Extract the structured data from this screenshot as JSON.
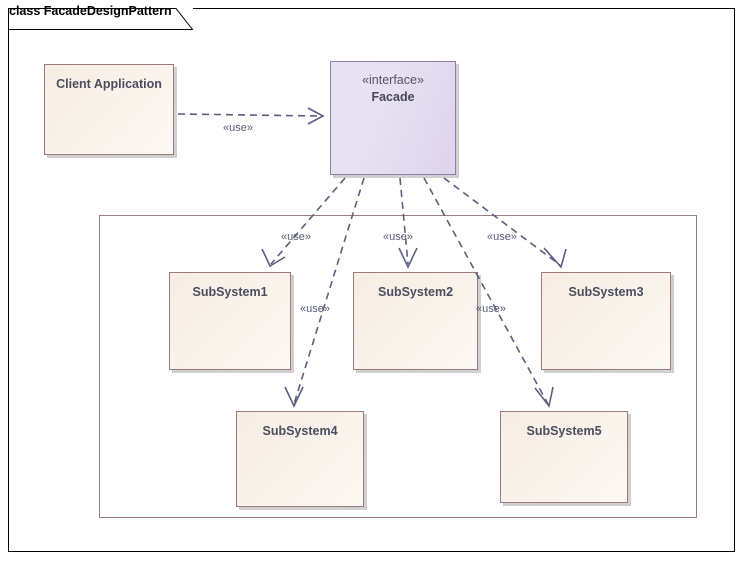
{
  "diagram": {
    "kind": "uml-class-diagram",
    "title_prefix": "class",
    "title": "class FacadeDesignPattern",
    "frame_border_color": "#000000",
    "container_border_color": "#9c7a7e",
    "connector_color": "#5a6080",
    "node_cream_fill": "#f9f2ea",
    "node_lavender_fill": "#e3dcef",
    "node_text_color": "#4c4d5e"
  },
  "nodes": {
    "client": {
      "name": "Client Application",
      "stereotype": "",
      "fill": "cream"
    },
    "facade": {
      "name": "Facade",
      "stereotype": "«interface»",
      "fill": "lavender"
    },
    "subsystem1": {
      "name": "SubSystem1",
      "stereotype": "",
      "fill": "cream"
    },
    "subsystem2": {
      "name": "SubSystem2",
      "stereotype": "",
      "fill": "cream"
    },
    "subsystem3": {
      "name": "SubSystem3",
      "stereotype": "",
      "fill": "cream"
    },
    "subsystem4": {
      "name": "SubSystem4",
      "stereotype": "",
      "fill": "cream"
    },
    "subsystem5": {
      "name": "SubSystem5",
      "stereotype": "",
      "fill": "cream"
    }
  },
  "connectors": [
    {
      "id": "client-facade",
      "from": "client",
      "to": "facade",
      "label": "«use»",
      "style": "dashed-dependency"
    },
    {
      "id": "facade-sub1",
      "from": "facade",
      "to": "subsystem1",
      "label": "«use»",
      "style": "dashed-dependency"
    },
    {
      "id": "facade-sub2",
      "from": "facade",
      "to": "subsystem2",
      "label": "«use»",
      "style": "dashed-dependency"
    },
    {
      "id": "facade-sub3",
      "from": "facade",
      "to": "subsystem3",
      "label": "«use»",
      "style": "dashed-dependency"
    },
    {
      "id": "facade-sub4",
      "from": "facade",
      "to": "subsystem4",
      "label": "«use»",
      "style": "dashed-dependency"
    },
    {
      "id": "facade-sub5",
      "from": "facade",
      "to": "subsystem5",
      "label": "«use»",
      "style": "dashed-dependency"
    }
  ],
  "labels": {
    "use": "«use»"
  }
}
